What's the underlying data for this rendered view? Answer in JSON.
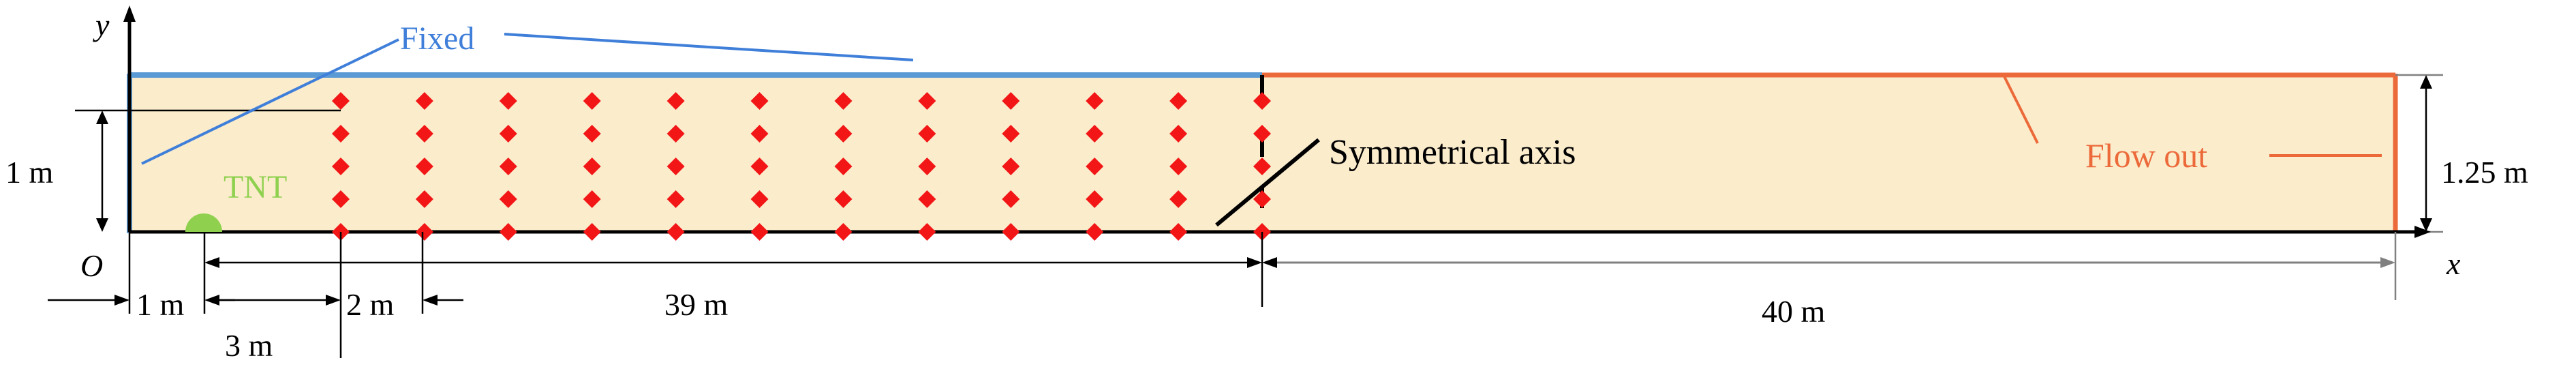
{
  "labels": {
    "fixed": "Fixed",
    "tnt": "TNT",
    "symmetrical_axis": "Symmetrical axis",
    "flow_out": "Flow out",
    "origin": "O",
    "axis_x": "x",
    "axis_y": "y",
    "height_1m": "1 m",
    "height_1_25m": "1.25 m",
    "dim_1m": "1 m",
    "dim_2m": "2 m",
    "dim_3m": "3 m",
    "dim_39m": "39 m",
    "dim_40m": "40 m"
  },
  "colors": {
    "domain_fill": "#fbeccc",
    "fixed_boundary": "#5b9bd5",
    "fixed_label": "#3f7fd9",
    "flow_out": "#ec6a3a",
    "gauge_point": "#f21616",
    "tnt_charge": "#8fd14f",
    "tnt_label": "#8fd14f",
    "black": "#000000",
    "gray": "#808080"
  },
  "icons": {
    "gauge_point": "red-diamond-icon",
    "tnt_charge": "green-half-circle-icon"
  },
  "gauge_grid": {
    "columns": 12,
    "rows": 5
  }
}
